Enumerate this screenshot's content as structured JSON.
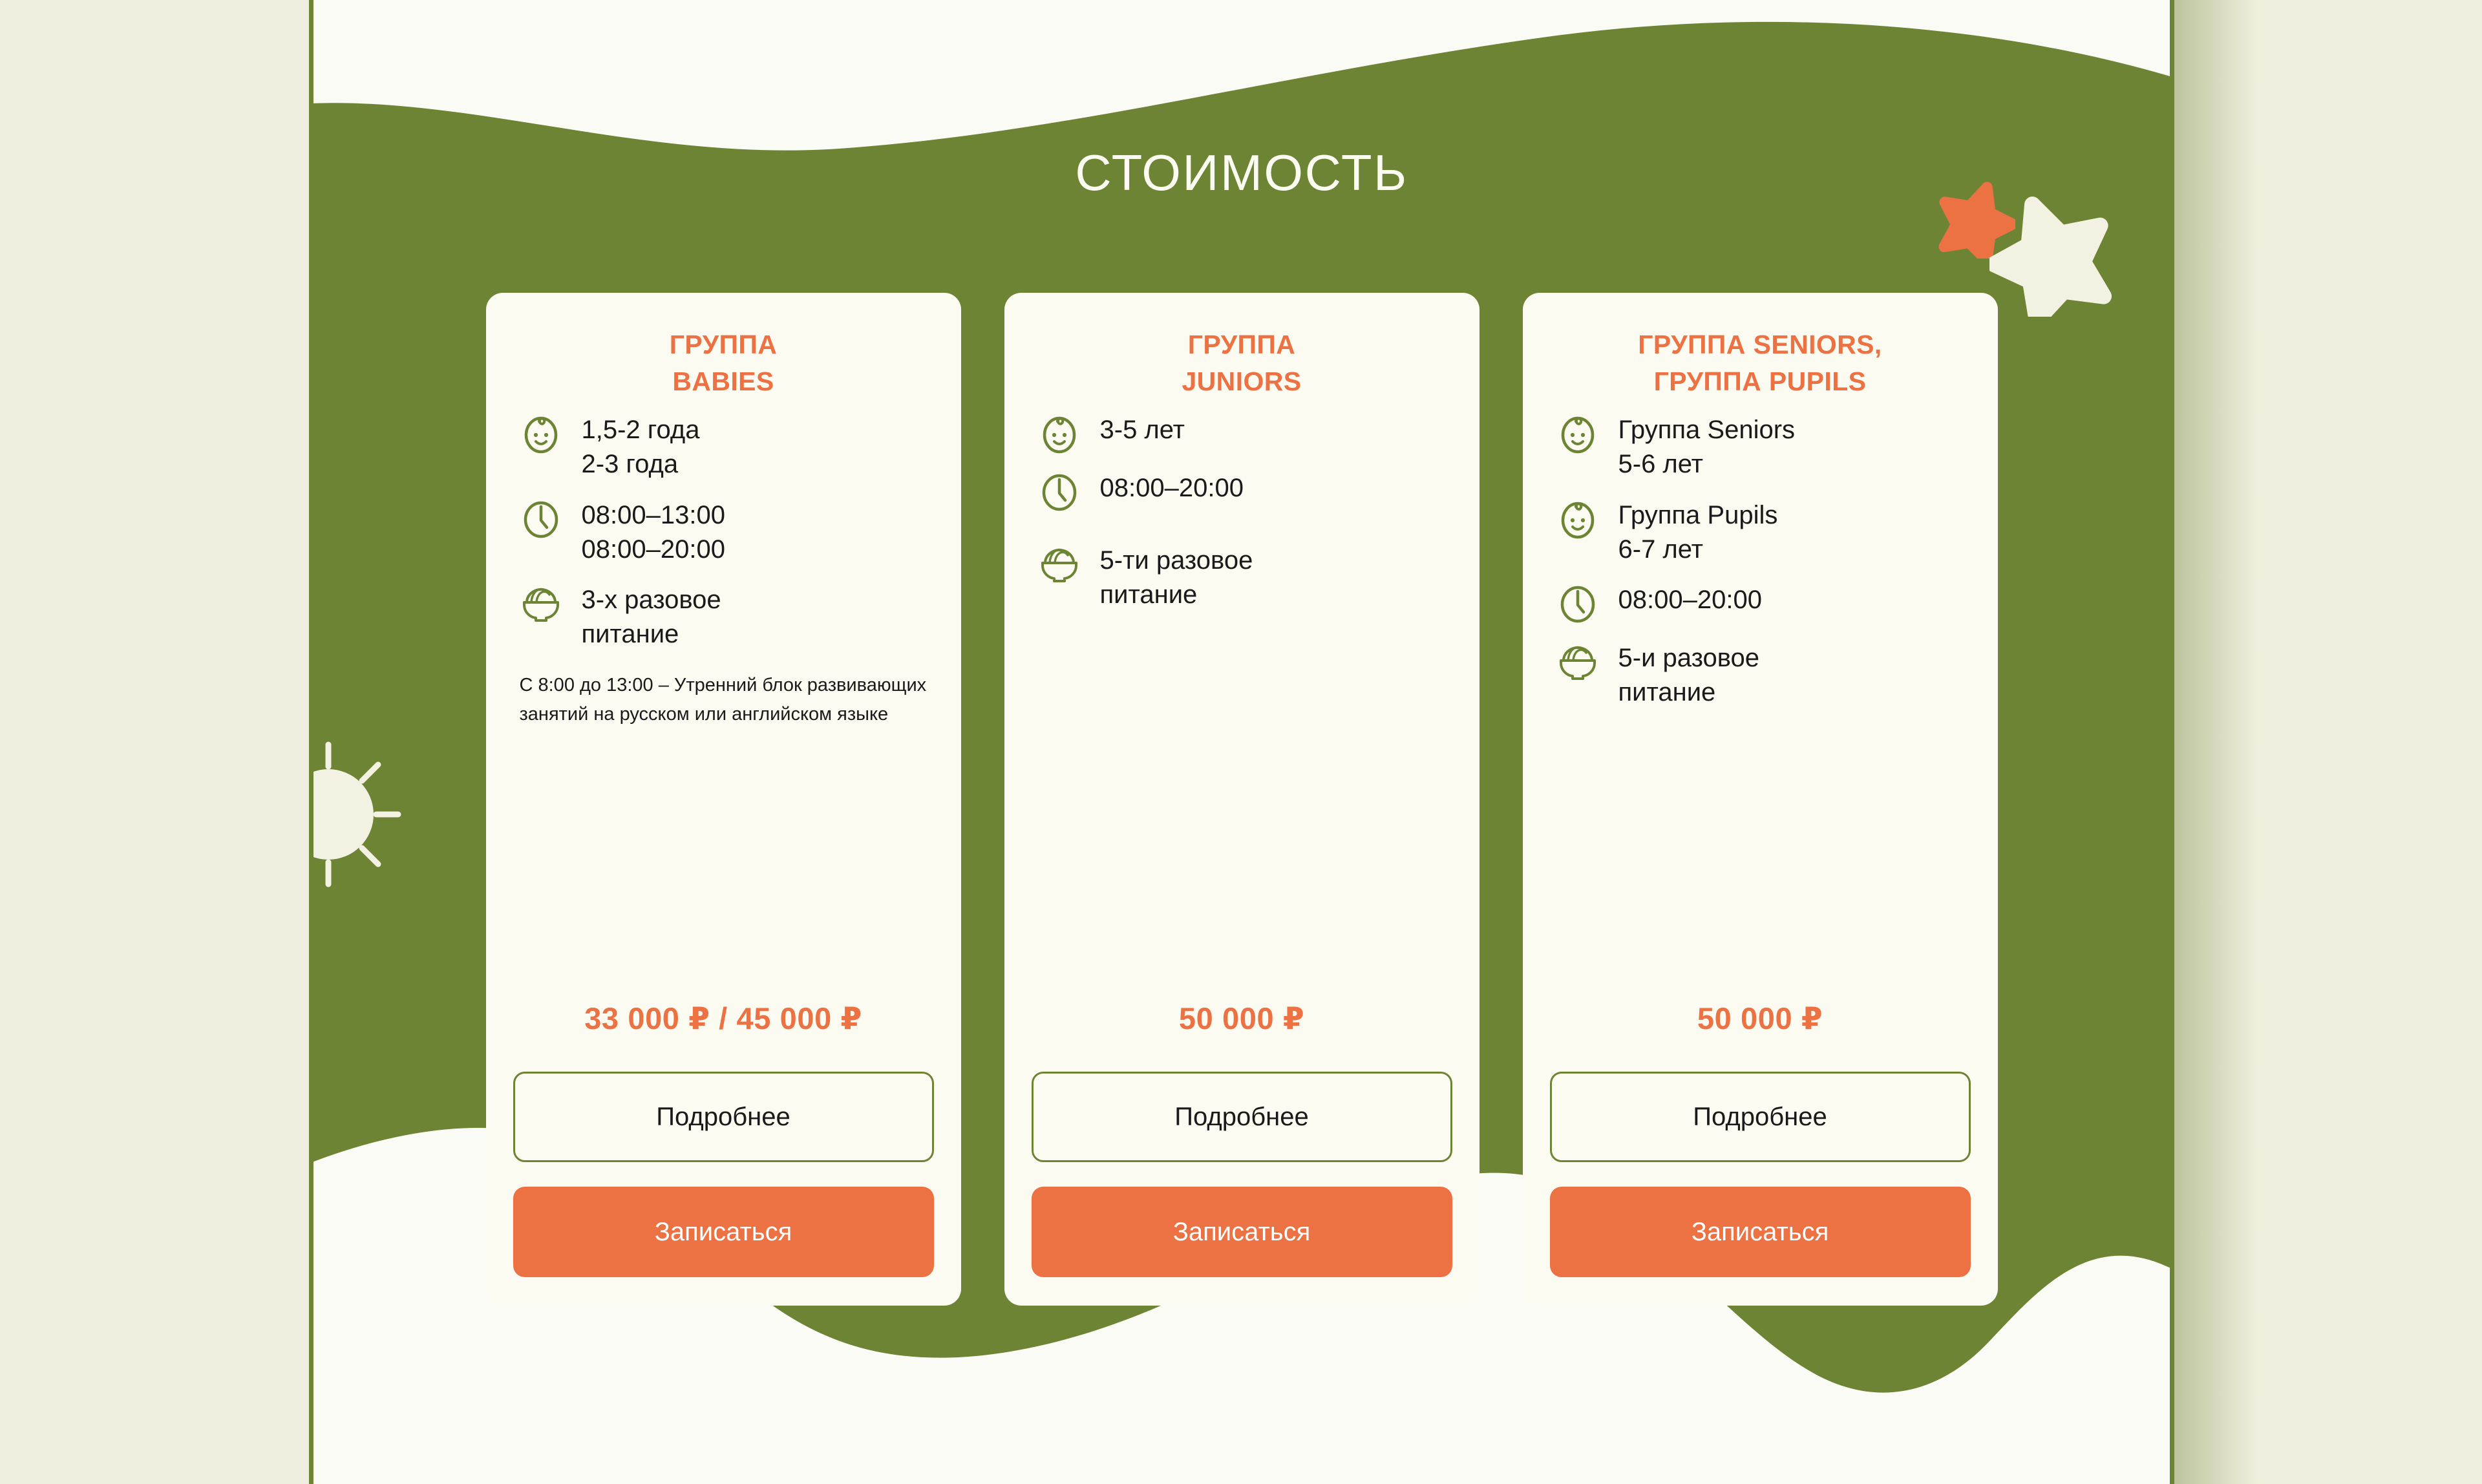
{
  "section": {
    "title": "СТОИМОСТЬ"
  },
  "theme": {
    "green": "#6E8435",
    "orange": "#EC7243",
    "cream": "#FBFBF2",
    "page_background": "#F0EFDF",
    "sheet_background": "#FBFBF6",
    "text": "#1A1A1A"
  },
  "decorations": {
    "sun": "sun-icon",
    "star_small": "star-icon",
    "star_large": "star-icon"
  },
  "buttons": {
    "details_label": "Подробнее",
    "signup_label": "Записаться"
  },
  "cards": [
    {
      "title": "ГРУППА\nBABIES",
      "features": [
        {
          "icon": "baby-face-icon",
          "text": "1,5-2 года\n2-3 года"
        },
        {
          "icon": "clock-icon",
          "text": "08:00–13:00\n08:00–20:00"
        },
        {
          "icon": "bowl-icon",
          "text": "3-х разовое\nпитание"
        }
      ],
      "note": "С 8:00 до 13:00 – Утренний блок развивающих занятий на русском или английском языке",
      "price": "33 000 ₽ / 45 000 ₽"
    },
    {
      "title": "ГРУППА\nJUNIORS",
      "features": [
        {
          "icon": "baby-face-icon",
          "text": "3-5 лет"
        },
        {
          "icon": "clock-icon",
          "text": "08:00–20:00"
        },
        {
          "icon": "bowl-icon",
          "text": "5-ти разовое\nпитание"
        }
      ],
      "note": "",
      "price": "50 000 ₽"
    },
    {
      "title": "ГРУППА SENIORS,\nГРУППА PUPILS",
      "features": [
        {
          "icon": "baby-face-icon",
          "text": "Группа Seniors\n5-6 лет"
        },
        {
          "icon": "baby-face-icon",
          "text": "Группа Pupils\n6-7 лет"
        },
        {
          "icon": "clock-icon",
          "text": "08:00–20:00"
        },
        {
          "icon": "bowl-icon",
          "text": "5-и разовое\nпитание"
        }
      ],
      "note": "",
      "price": "50 000 ₽"
    }
  ]
}
